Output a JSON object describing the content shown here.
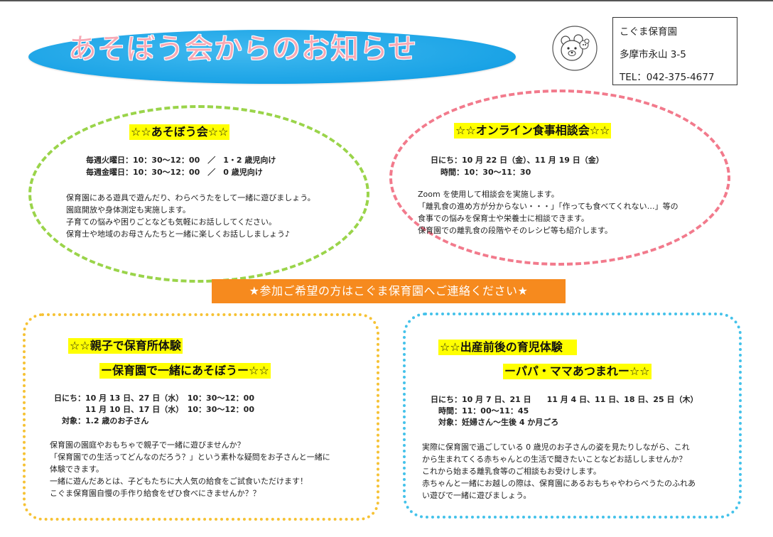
{
  "header": {
    "title": "あそぼう会からのお知らせ",
    "contact": {
      "name": "こぐま保育園",
      "address": "多摩市永山 3-5",
      "tel": "TEL：042-375-4677"
    }
  },
  "asobokai": {
    "heading": "☆☆あそぼう会☆☆",
    "schedule": [
      "毎週火曜日：10：30〜12：00　／　1・2 歳児向け",
      "毎週金曜日：10：30〜12：00　／　0 歳児向け"
    ],
    "body": [
      "保育園にある遊具で遊んだり、わらべうたをして一緒に遊びましょう。",
      "園庭開放や身体測定も実施します。",
      "子育ての悩みや困りごとなども気軽にお話ししてください。",
      "保育士や地域のお母さんたちと一緒に楽しくお話ししましょう♪"
    ]
  },
  "online": {
    "heading": "☆☆オンライン食事相談会☆☆",
    "schedule": [
      "日にち：10 月 22 日（金）、11 月 19 日（金）",
      "時間：10：30〜11：30"
    ],
    "body": [
      "Zoom を使用して相談会を実施します。",
      "「離乳食の進め方が分からない・・・」「作っても食べてくれない…」等の",
      "食事での悩みを保育士や栄養士に相談できます。",
      "保育園での離乳食の段階やそのレシピ等も紹介します。"
    ]
  },
  "banner": "★参加ご希望の方はこぐま保育園へご連絡ください★",
  "oyako": {
    "heading1": "☆☆親子で保育所体験",
    "heading2": "ー保育園で一緒にあそぼうー☆☆",
    "schedule": [
      "日にち：10 月 13 日、27 日（水）　10：30〜12：00",
      "　　　　11 月 10 日、17 日（水）　10：30〜12：00",
      "　対象：1.2 歳のお子さん"
    ],
    "body": [
      "保育園の園庭やおもちゃで親子で一緒に遊びませんか？",
      "「保育園での生活ってどんなのだろう？」という素朴な疑問をお子さんと一緒に",
      "体験できます。",
      "一緒に遊んだあとは、子どもたちに大人気の給食をご試食いただけます！",
      "こぐま保育園自慢の手作り給食をぜひ食べにきませんか？？"
    ]
  },
  "shussan": {
    "heading1": "☆☆出産前後の育児体験",
    "heading2": "ーパパ・ママあつまれー☆☆",
    "schedule": [
      "日にち：10 月 7 日、21 日　　11 月 4 日、11 日、18 日、25 日（木）",
      "　時間：11：00〜11：45",
      "　対象：妊婦さん〜生後 4 か月ごろ"
    ],
    "body": [
      "実際に保育園で過ごしている 0 歳児のお子さんの姿を見たりしながら、これ",
      "から生まれてくる赤ちゃんとの生活で聞きたいことなどお話ししませんか？",
      "これから始まる離乳食等のご相談もお受けします。",
      "赤ちゃんと一緒にお越しの際は、保育園にあるおもちゃやわらべうたのふれあ",
      "い遊びで一緒に遊びましょう。"
    ]
  },
  "colors": {
    "title_oval": "#1aa3e6",
    "title_text": "#f7a9b5",
    "green_border": "#9ad44a",
    "red_border": "#f27a8c",
    "orange_border": "#f6c234",
    "blue_border": "#44c2ea",
    "banner": "#f68a1e",
    "highlight": "#ffff00"
  }
}
